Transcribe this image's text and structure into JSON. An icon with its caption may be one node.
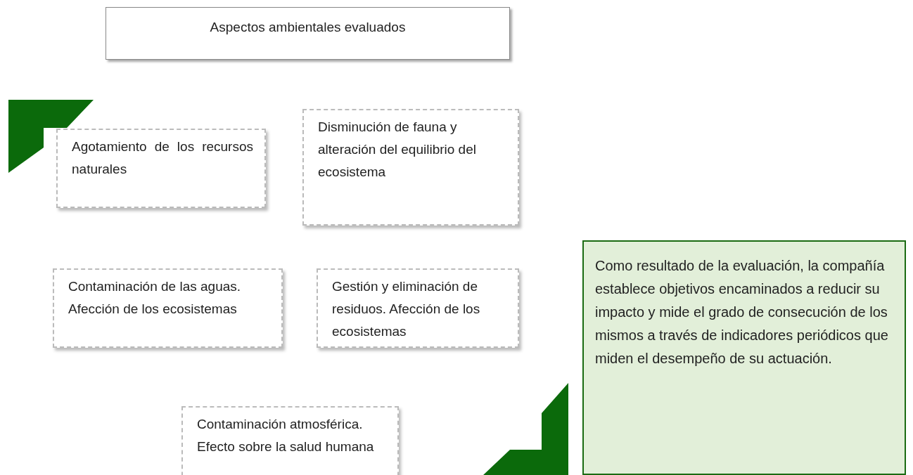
{
  "diagram": {
    "nodes": [
      {
        "text": [
          "Aspectos ambientales evaluados"
        ]
      },
      {
        "text": [
          "Agotamiento de los recursos naturales"
        ]
      },
      {
        "text": [
          "Disminución de fauna y alteración del equilibrio del ecosistema"
        ]
      },
      {
        "text": [
          "Contaminación de las aguas. Afección de los ecosistemas"
        ]
      },
      {
        "text": [
          "Gestión y eliminación de residuos. Afección de los ecosistemas"
        ]
      },
      {
        "text": [
          "Contaminación atmosférica. Efecto sobre la salud humana"
        ]
      },
      {
        "text": [
          "Como resultado de la evaluación, la compañía establece objetivos encaminados a reducir su impacto y mide el grado de consecución de los mismos a través de indicadores periódicos que miden el desempeño de su actuación."
        ]
      }
    ]
  }
}
